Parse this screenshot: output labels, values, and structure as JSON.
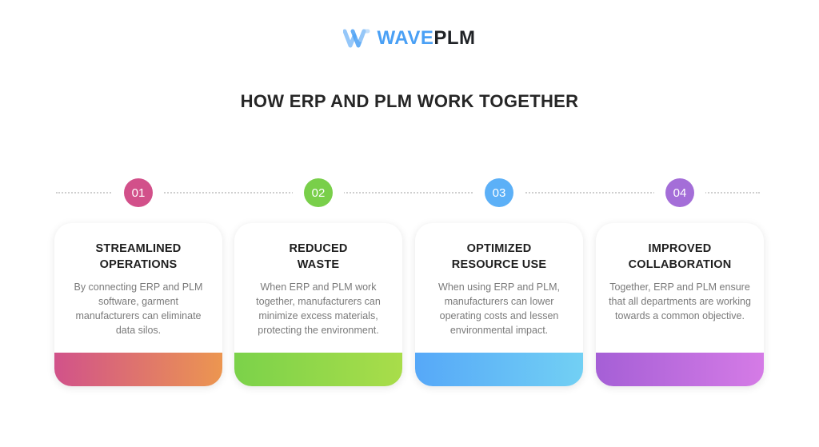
{
  "brand": {
    "name_part1": "WAVE",
    "name_part2": "PLM",
    "accent": "#4aa0f5"
  },
  "title": "HOW ERP AND PLM WORK TOGETHER",
  "steps": [
    {
      "number": "01",
      "title_line1": "STREAMLINED",
      "title_line2": "OPERATIONS",
      "description": "By connecting ERP and PLM software, garment manufacturers can eliminate data silos.",
      "color": "#d2508a",
      "gradient": [
        "#d1528a",
        "#ec9650"
      ]
    },
    {
      "number": "02",
      "title_line1": "REDUCED",
      "title_line2": "WASTE",
      "description": "When ERP and PLM work together, manufacturers can minimize excess materials, protecting the environment.",
      "color": "#79cf4a",
      "gradient": [
        "#7bd24a",
        "#a9dd4a"
      ]
    },
    {
      "number": "03",
      "title_line1": "OPTIMIZED",
      "title_line2": "RESOURCE USE",
      "description": "When using ERP and PLM, manufacturers can lower operating costs and lessen environmental impact.",
      "color": "#5cb0f7",
      "gradient": [
        "#56a8f8",
        "#72d0f4"
      ]
    },
    {
      "number": "04",
      "title_line1": "IMPROVED",
      "title_line2": "COLLABORATION",
      "description": "Together, ERP and PLM ensure that all departments are working towards a common objective.",
      "color": "#a46ed8",
      "gradient": [
        "#a55fd6",
        "#d57be6"
      ]
    }
  ]
}
